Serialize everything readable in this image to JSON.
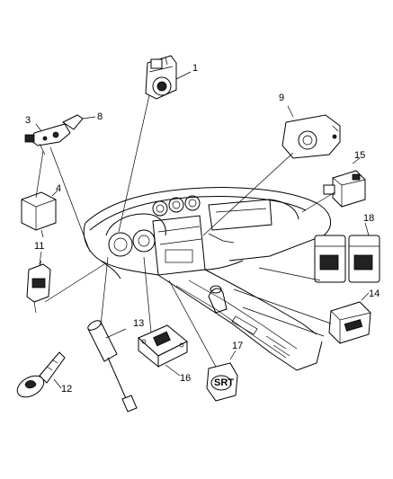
{
  "callouts": [
    {
      "id": "1",
      "label": "1"
    },
    {
      "id": "3",
      "label": "3"
    },
    {
      "id": "4",
      "label": "4"
    },
    {
      "id": "8",
      "label": "8"
    },
    {
      "id": "9",
      "label": "9"
    },
    {
      "id": "11",
      "label": "11"
    },
    {
      "id": "12",
      "label": "12"
    },
    {
      "id": "13",
      "label": "13"
    },
    {
      "id": "14",
      "label": "14"
    },
    {
      "id": "15",
      "label": "15"
    },
    {
      "id": "16",
      "label": "16"
    },
    {
      "id": "17",
      "label": "17"
    },
    {
      "id": "18",
      "label": "18"
    }
  ],
  "logo_text": "SRT"
}
